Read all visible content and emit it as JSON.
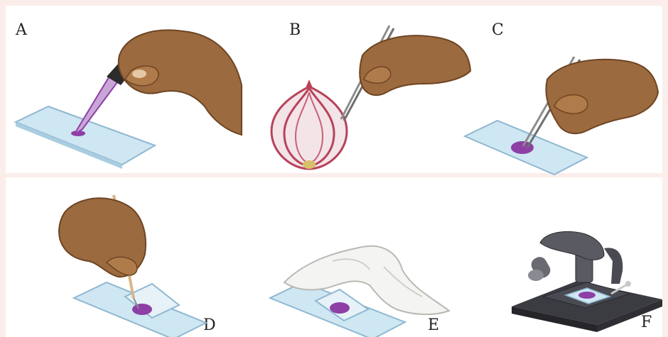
{
  "labels": {
    "a": "A",
    "b": "B",
    "c": "C",
    "d": "D",
    "e": "E",
    "f": "F"
  },
  "colors": {
    "background": "#fbeeea",
    "skin": "#9b6a3e",
    "skin_shadow": "#6e4524",
    "glass": "#cfe6f3",
    "glass_edge": "#8fb8d0",
    "stain": "#8e3fa6",
    "onion": "#b8425a",
    "metal": "#8c8c8c",
    "microscope_dark": "#3b3b42"
  },
  "icons": [
    "dropper-icon",
    "onion-icon",
    "forceps-icon",
    "needle-icon",
    "tissue-paper-icon",
    "microscope-icon",
    "hand-icon"
  ]
}
